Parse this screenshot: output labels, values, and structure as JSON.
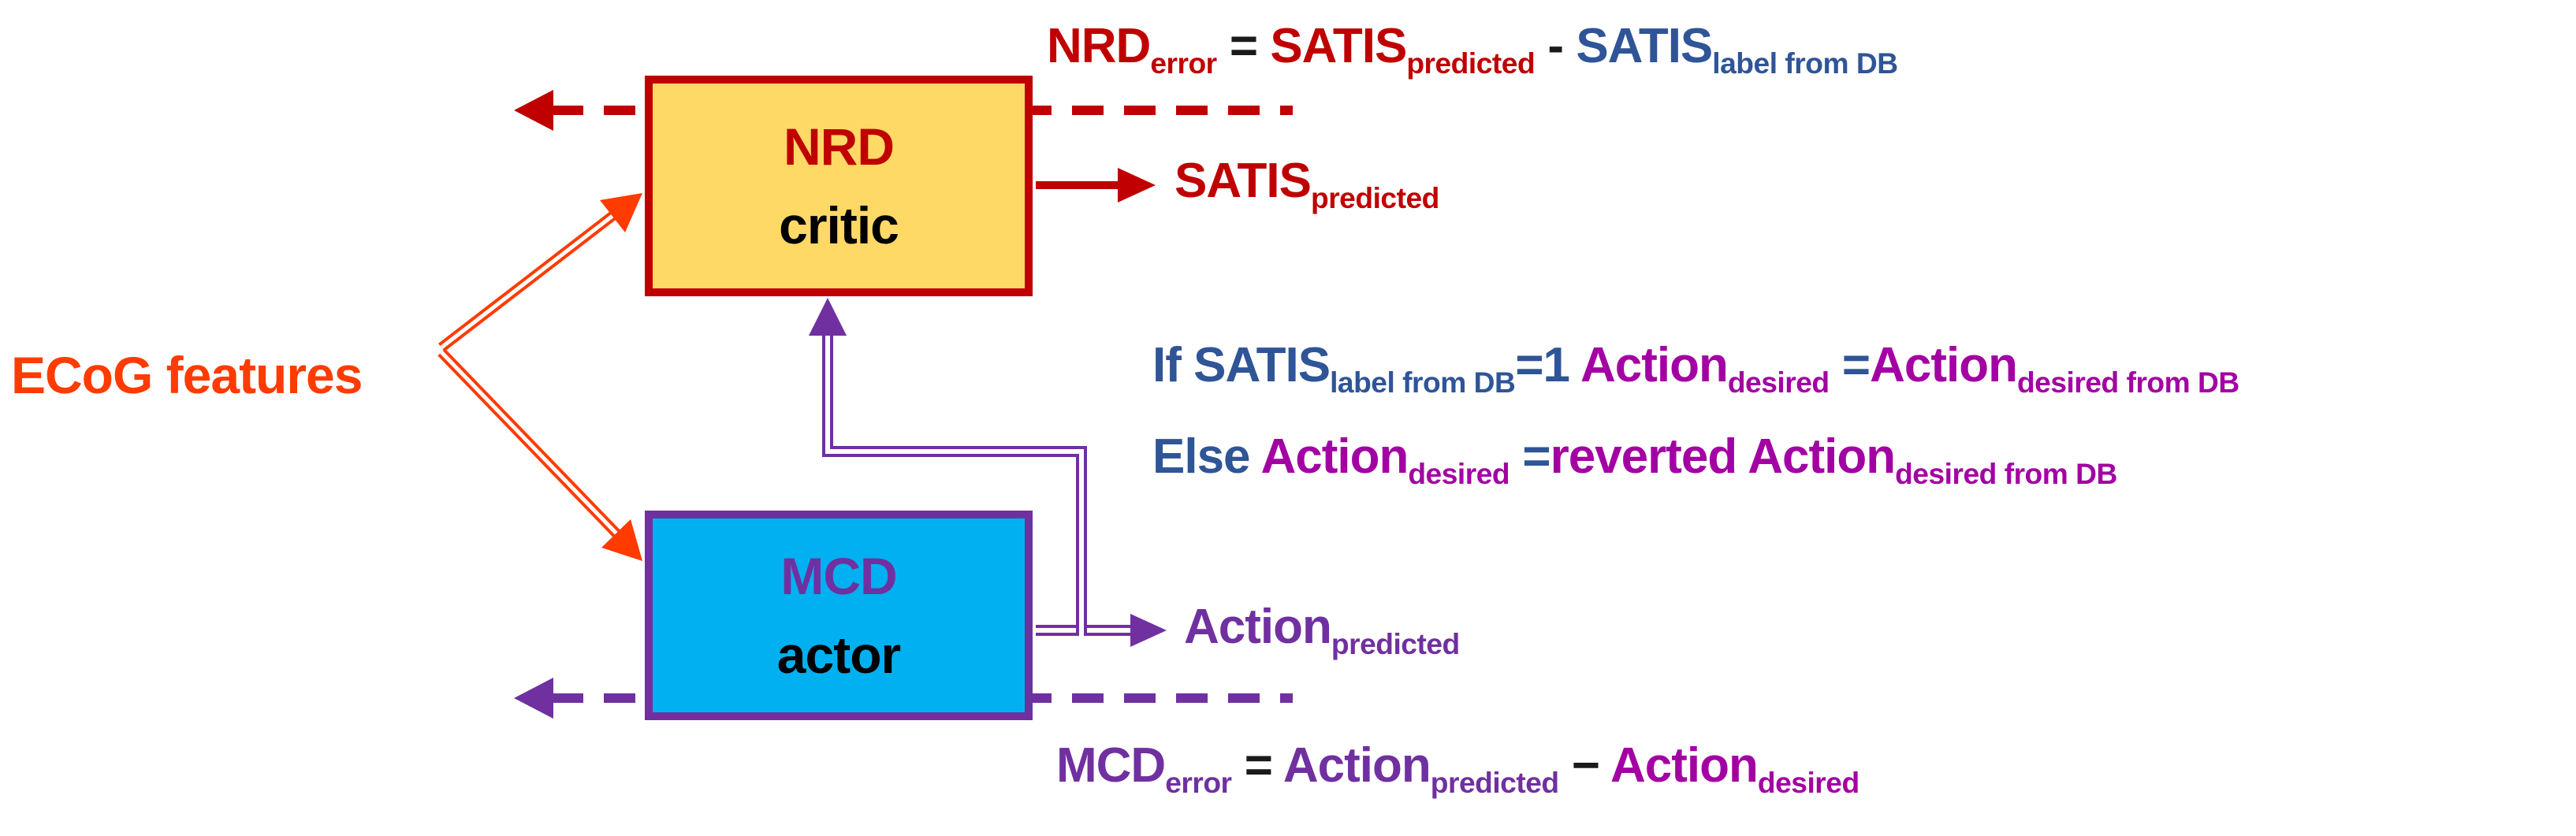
{
  "palette": {
    "darkRed": "#C00000",
    "orange": "#FF3B00",
    "blue": "#2F5597",
    "purple": "#7030A0",
    "magenta": "#A300A3",
    "black": "#1A1A1A",
    "boxYellowFill": "#FFD966",
    "boxCyanFill": "#00B0F0"
  },
  "labels": {
    "ecog": "ECoG features",
    "nrd_title": "NRD",
    "nrd_subtitle": "critic",
    "mcd_title": "MCD",
    "mcd_subtitle": "actor"
  },
  "equations": {
    "nrd_error": [
      {
        "t": "NRD",
        "c": "darkRed"
      },
      {
        "t": "error",
        "c": "darkRed",
        "s": true
      },
      {
        "t": " = ",
        "c": "black"
      },
      {
        "t": "SATIS",
        "c": "darkRed"
      },
      {
        "t": "predicted",
        "c": "darkRed",
        "s": true
      },
      {
        "t": " - ",
        "c": "black"
      },
      {
        "t": "SATIS",
        "c": "blue"
      },
      {
        "t": "label from DB",
        "c": "blue",
        "s": true
      }
    ],
    "satis_predicted": [
      {
        "t": "SATIS",
        "c": "darkRed"
      },
      {
        "t": "predicted",
        "c": "darkRed",
        "s": true
      }
    ],
    "if_line": [
      {
        "t": "If SATIS",
        "c": "blue"
      },
      {
        "t": "label from DB",
        "c": "blue",
        "s": true
      },
      {
        "t": "=1 ",
        "c": "blue"
      },
      {
        "t": "Action",
        "c": "magenta"
      },
      {
        "t": "desired",
        "c": "magenta",
        "s": true
      },
      {
        "t": " ",
        "c": "blue"
      },
      {
        "t": "=",
        "c": "blue"
      },
      {
        "t": "Action",
        "c": "magenta"
      },
      {
        "t": "desired from DB",
        "c": "magenta",
        "s": true
      }
    ],
    "else_line": [
      {
        "t": "Else ",
        "c": "blue"
      },
      {
        "t": "Action",
        "c": "magenta"
      },
      {
        "t": "desired",
        "c": "magenta",
        "s": true
      },
      {
        "t": " ",
        "c": "blue"
      },
      {
        "t": "=",
        "c": "blue"
      },
      {
        "t": "reverted Action",
        "c": "magenta"
      },
      {
        "t": "desired from DB",
        "c": "magenta",
        "s": true
      }
    ],
    "action_predicted": [
      {
        "t": "Action",
        "c": "purple"
      },
      {
        "t": "predicted",
        "c": "purple",
        "s": true
      }
    ],
    "mcd_error": [
      {
        "t": "MCD",
        "c": "purple"
      },
      {
        "t": "error",
        "c": "purple",
        "s": true
      },
      {
        "t": " = ",
        "c": "black"
      },
      {
        "t": "Action",
        "c": "purple"
      },
      {
        "t": "predicted",
        "c": "purple",
        "s": true
      },
      {
        "t": " − ",
        "c": "black"
      },
      {
        "t": "Action",
        "c": "magenta"
      },
      {
        "t": "desired",
        "c": "magenta",
        "s": true
      }
    ]
  }
}
